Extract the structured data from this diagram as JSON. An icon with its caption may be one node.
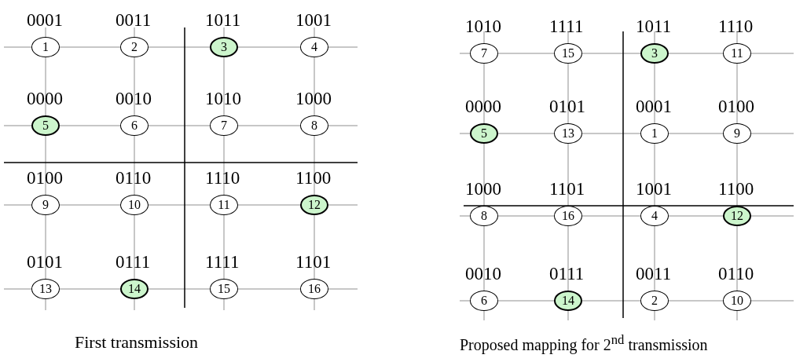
{
  "diagram": {
    "nodes": [
      {
        "text": [
          "1"
        ],
        "beside": [
          "0001"
        ]
      },
      {
        "text": [
          "2"
        ],
        "beside": [
          "0011"
        ]
      },
      {
        "text": [
          "3"
        ],
        "beside": [
          "1011"
        ]
      },
      {
        "text": [
          "4"
        ],
        "beside": [
          "1001"
        ]
      },
      {
        "text": [
          "5"
        ],
        "beside": [
          "0000"
        ]
      },
      {
        "text": [
          "6"
        ],
        "beside": [
          "0010"
        ]
      },
      {
        "text": [
          "7"
        ],
        "beside": [
          "1010"
        ]
      },
      {
        "text": [
          "8"
        ],
        "beside": [
          "1000"
        ]
      },
      {
        "text": [
          "9"
        ],
        "beside": [
          "0100"
        ]
      },
      {
        "text": [
          "10"
        ],
        "beside": [
          "0110"
        ]
      },
      {
        "text": [
          "11"
        ],
        "beside": [
          "1110"
        ]
      },
      {
        "text": [
          "12"
        ],
        "beside": [
          "1100"
        ]
      },
      {
        "text": [
          "13"
        ],
        "beside": [
          "0101"
        ]
      },
      {
        "text": [
          "14"
        ],
        "beside": [
          "0111"
        ]
      },
      {
        "text": [
          "15"
        ],
        "beside": [
          "1111"
        ]
      },
      {
        "text": [
          "16"
        ],
        "beside": [
          "1101"
        ]
      },
      {
        "text": [
          "7"
        ],
        "beside": [
          "1010"
        ]
      },
      {
        "text": [
          "15"
        ],
        "beside": [
          "1111"
        ]
      },
      {
        "text": [
          "3"
        ],
        "beside": [
          "1011"
        ]
      },
      {
        "text": [
          "11"
        ],
        "beside": [
          "1110"
        ]
      },
      {
        "text": [
          "5"
        ],
        "beside": [
          "0000"
        ]
      },
      {
        "text": [
          "13"
        ],
        "beside": [
          "0101"
        ]
      },
      {
        "text": [
          "1"
        ],
        "beside": [
          "0001"
        ]
      },
      {
        "text": [
          "9"
        ],
        "beside": [
          "0100"
        ]
      },
      {
        "text": [
          "8"
        ],
        "beside": [
          "1000"
        ]
      },
      {
        "text": [
          "16"
        ],
        "beside": [
          "1101"
        ]
      },
      {
        "text": [
          "4"
        ],
        "beside": [
          "1001"
        ]
      },
      {
        "text": [
          "12"
        ],
        "beside": [
          "1100"
        ]
      },
      {
        "text": [
          "6"
        ],
        "beside": [
          "0010"
        ]
      },
      {
        "text": [
          "14"
        ],
        "beside": [
          "0111"
        ]
      },
      {
        "text": [
          "2"
        ],
        "beside": [
          "0011"
        ]
      },
      {
        "text": [
          "10"
        ],
        "beside": [
          "0110"
        ]
      }
    ],
    "labels": [
      "First transmission",
      "Proposed mapping for 2$^{nd}$ transmission"
    ]
  }
}
